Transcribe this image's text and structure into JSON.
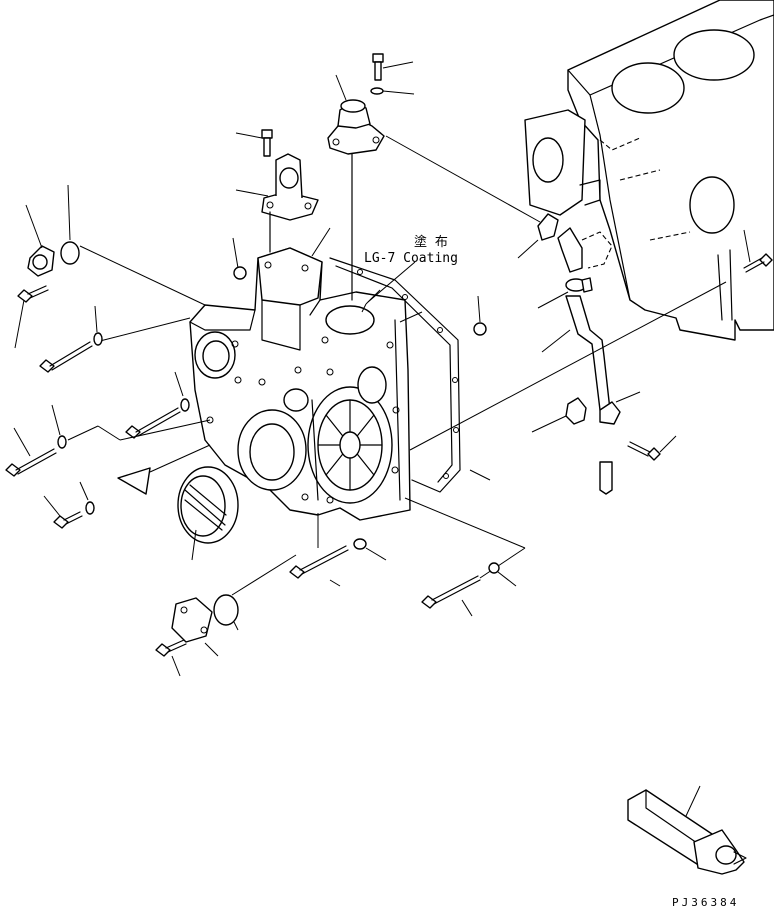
{
  "diagram": {
    "annotation_jp": "塗 布",
    "annotation_en": "LG-7 Coating",
    "figure_code": "PJ36384"
  }
}
